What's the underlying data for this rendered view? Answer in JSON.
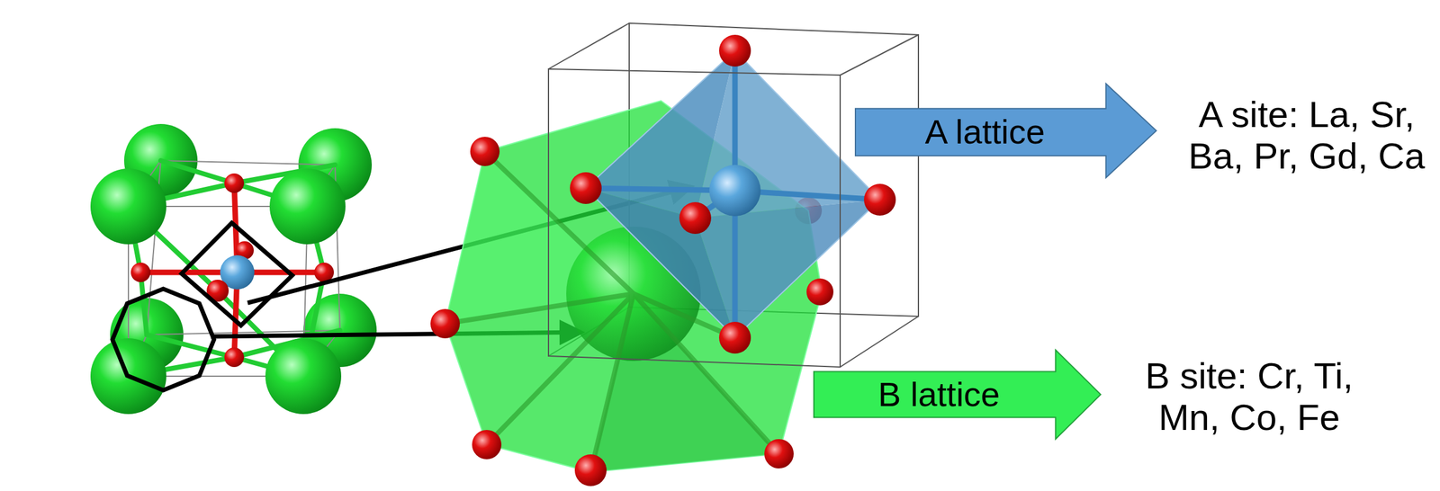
{
  "diagram": {
    "nodes": [
      {
        "text": [
          "A lattice"
        ]
      },
      {
        "text": [
          "B lattice"
        ]
      }
    ],
    "labels": [
      "A site: La, Sr, Ba, Pr, Gd, Ca",
      "B site: Cr, Ti, Mn, Co, Fe"
    ]
  }
}
